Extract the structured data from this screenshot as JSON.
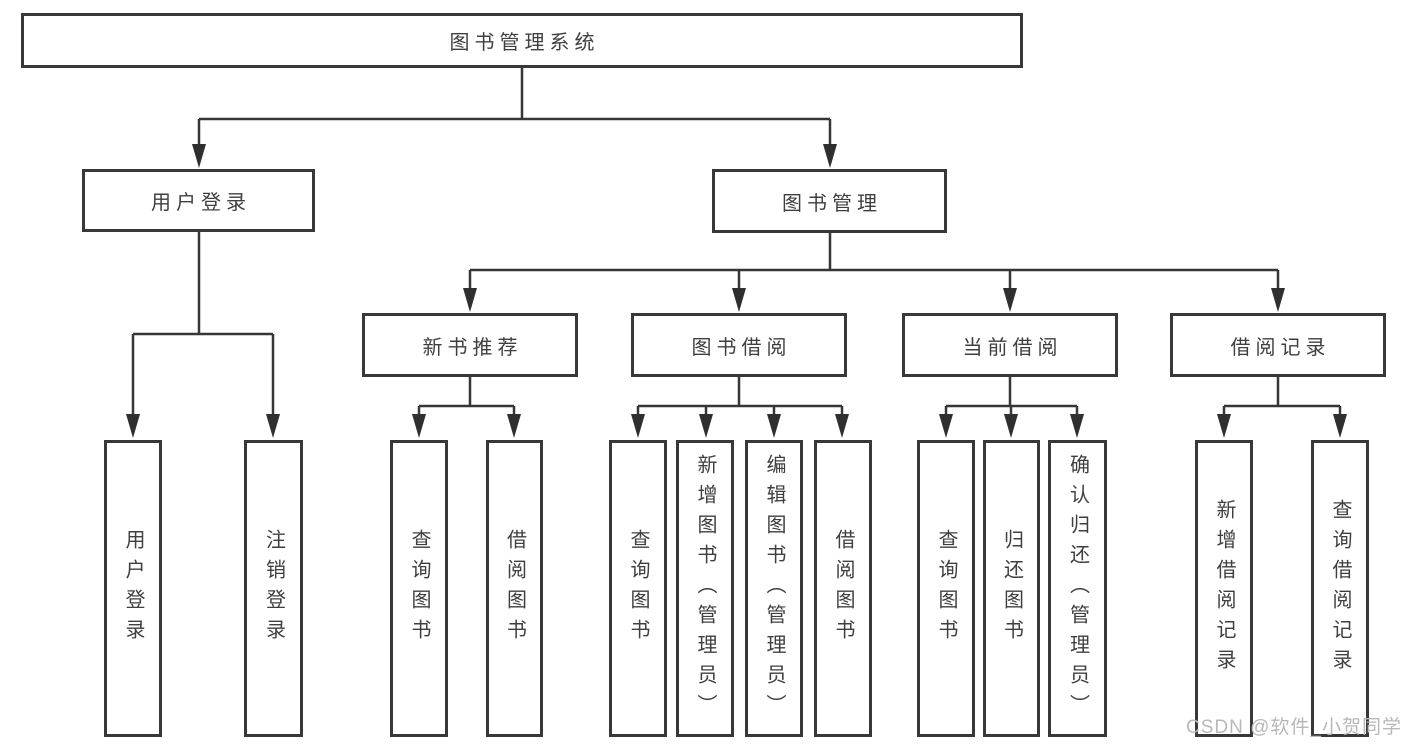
{
  "diagram_title": "图书管理系统",
  "nodes": {
    "user_login": "用户登录",
    "book_management": "图书管理",
    "new_book_recommend": "新书推荐",
    "book_borrow": "图书借阅",
    "current_borrow": "当前借阅",
    "borrow_records": "借阅记录"
  },
  "leaves": {
    "user_login": [
      "用户登录",
      "注销登录"
    ],
    "new_book_recommend": [
      "查询图书",
      "借阅图书"
    ],
    "book_borrow": [
      "查询图书",
      "新增图书（管理员）",
      "编辑图书（管理员）",
      "借阅图书"
    ],
    "current_borrow": [
      "查询图书",
      "归还图书",
      "确认归还（管理员）"
    ],
    "borrow_records": [
      "新增借阅记录",
      "查询借阅记录"
    ]
  },
  "watermark": "CSDN @软件_小贺同学",
  "colors": {
    "line": "#363636",
    "text": "#3f3f3f",
    "watermark": "#b8b8b8",
    "background": "#ffffff"
  }
}
